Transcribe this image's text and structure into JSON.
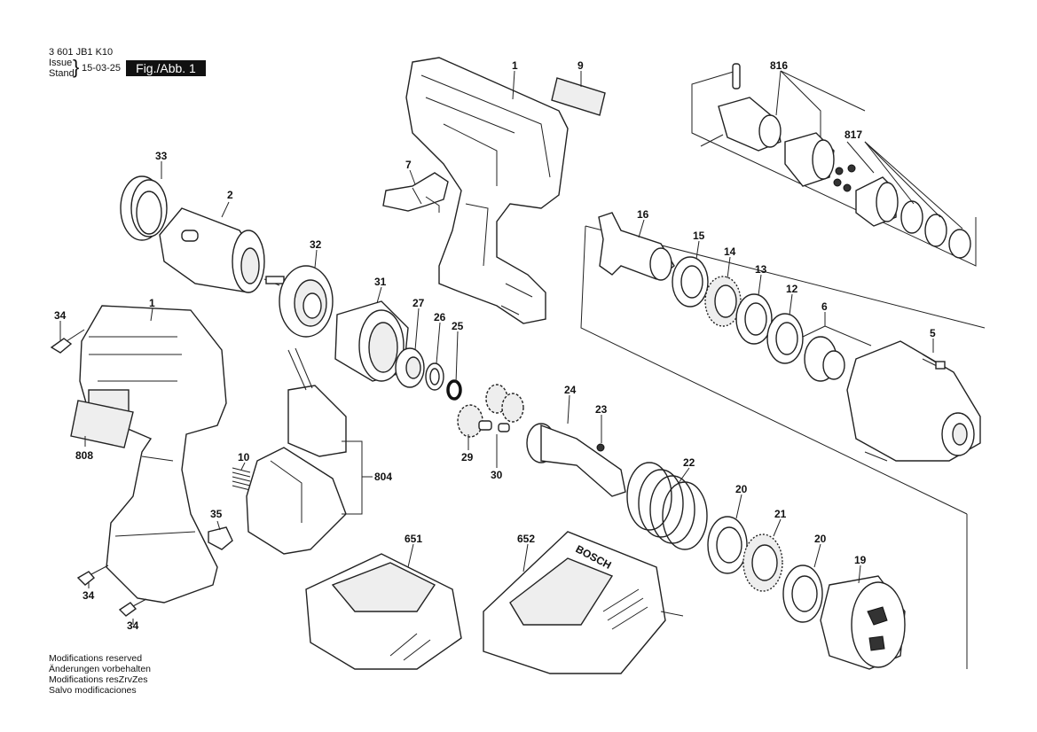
{
  "header": {
    "doc_number": "3 601 JB1 K10",
    "issue_label": "Issue",
    "stand_label": "Stand",
    "date": "15-03-25",
    "figure_label": "Fig./Abb. 1"
  },
  "notes": [
    "Modifications reserved",
    "Änderungen vorbehalten",
    "Modifications resZrvZes",
    "Salvo modificaciones"
  ],
  "brand_mark": "BOSCH",
  "parts": {
    "p1a": "1",
    "p1b": "1",
    "p2": "2",
    "p5": "5",
    "p6": "6",
    "p7": "7",
    "p9": "9",
    "p10": "10",
    "p12": "12",
    "p13": "13",
    "p14": "14",
    "p15": "15",
    "p16": "16",
    "p19": "19",
    "p20a": "20",
    "p20b": "20",
    "p21": "21",
    "p22": "22",
    "p23": "23",
    "p24": "24",
    "p25": "25",
    "p26": "26",
    "p27": "27",
    "p29": "29",
    "p30": "30",
    "p31": "31",
    "p32": "32",
    "p33": "33",
    "p34a": "34",
    "p34b": "34",
    "p34c": "34",
    "p35": "35",
    "p651": "651",
    "p652": "652",
    "p804": "804",
    "p808": "808",
    "p816": "816",
    "p817": "817"
  }
}
